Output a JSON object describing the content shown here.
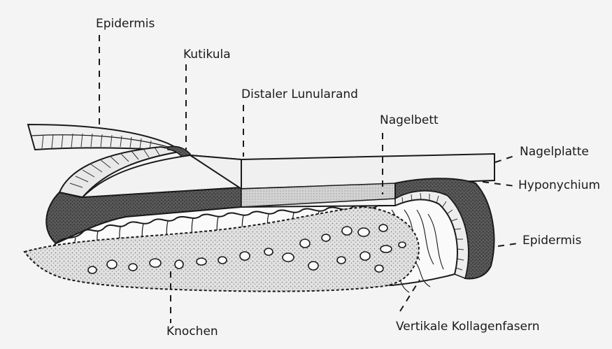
{
  "labels": {
    "epidermis_top": "Epidermis",
    "kutikula": "Kutikula",
    "distaler_lunularand": "Distaler Lunularand",
    "nagelbett": "Nagelbett",
    "nagelplatte": "Nagelplatte",
    "hyponychium": "Hyponychium",
    "epidermis_right": "Epidermis",
    "knochen": "Knochen",
    "vertikale_kollagenfasern": "Vertikale Kollagenfasern"
  },
  "colors": {
    "background": "#f4f4f4",
    "outline": "#1a1a1a",
    "epidermis_dark": "#4a4a4a",
    "stipple_light": "#c8c8c8",
    "nail_plate": "#f0f0f0"
  }
}
